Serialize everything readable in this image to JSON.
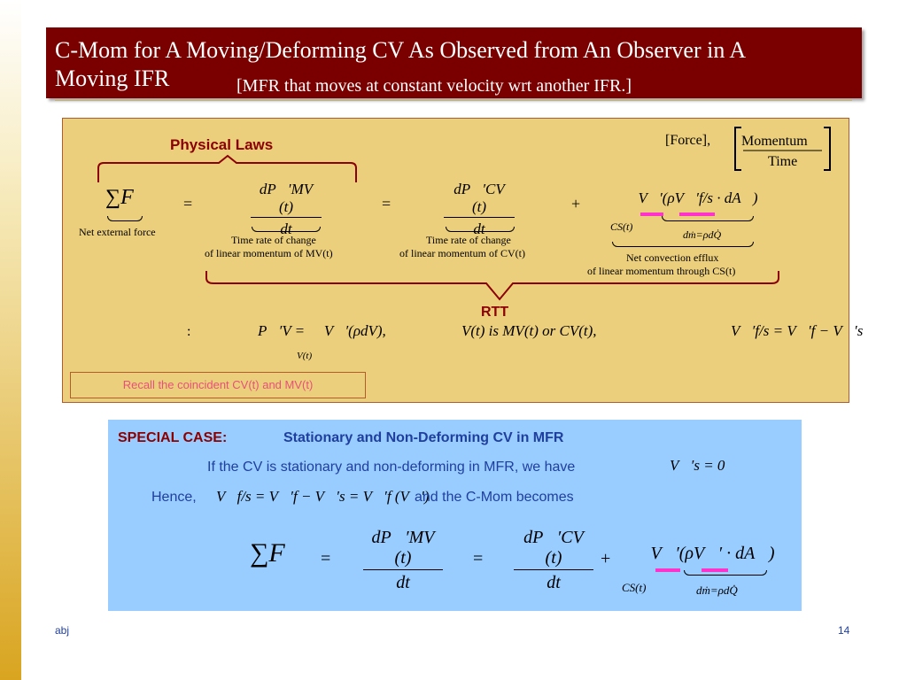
{
  "title": {
    "line": "C-Mom for A Moving/Deforming CV As Observed from An Observer in A",
    "line2": "Moving IFR",
    "subtitle": "[MFR that moves at constant velocity wrt another IFR.]"
  },
  "main": {
    "physical_laws": "Physical Laws",
    "force_label": "[Force],",
    "momentum_label": "Momentum",
    "time_label": "Time",
    "sum_f": "∑F⃗",
    "net_external_force": "Net external force",
    "eq": "=",
    "plus": "+",
    "dp_mv": "dP⃗′MV (t)",
    "dp_cv": "dP⃗′CV (t)",
    "dt": "dt",
    "rate_label": "Time rate of change",
    "linear_mv": "of linear momentum of MV(t)",
    "linear_cv": "of linear momentum of CV(t)",
    "flux_integral": "∮ V⃗′(ρV⃗′f/s · dA⃗)",
    "cs_t": "CS(t)",
    "mdot": "dṁ=ρdQ̇",
    "convection_line1": "Net convection efflux",
    "convection_line2": "of linear momentum through CS(t)",
    "rtt": "RTT",
    "colon": ":",
    "pv_def": "P⃗′V = ∮ V⃗′(ρdV),",
    "v_t": "V(t)",
    "vt_is": "V(t) is MV(t) or CV(t),",
    "vfs_def": "V⃗′f/s = V⃗′f − V⃗′s",
    "recall": "Recall the coincident CV(t) and MV(t)"
  },
  "special": {
    "heading": "SPECIAL CASE:",
    "subheading": "Stationary and Non-Deforming CV in MFR",
    "line1": "If the CV is stationary and non-deforming in MFR, we have",
    "vs_zero": "V⃗′s = 0",
    "hence": "Hence,",
    "hence_eq": "V⃗f/s = V⃗′f − V⃗′s = V⃗′f (V⃗′)",
    "becomes": "and the C-Mom becomes",
    "sum_f": "∑F⃗",
    "eq": "=",
    "plus": "+",
    "dp_mv": "dP⃗′MV (t)",
    "dp_cv": "dP⃗′CV (t)",
    "dt": "dt",
    "flux_integral": "∮ V⃗′(ρV⃗′ · dA⃗)",
    "cs_t": "CS(t)",
    "mdot": "dṁ=ρdQ̇"
  },
  "footer": {
    "author": "abj",
    "page": "14"
  },
  "colors": {
    "title_bg": "#7a0000",
    "main_bg": "#eccf7c",
    "special_bg": "#99ccff",
    "accent_red": "#8b0000",
    "accent_blue": "#1f3f9f",
    "highlight": "#ff33cc"
  }
}
